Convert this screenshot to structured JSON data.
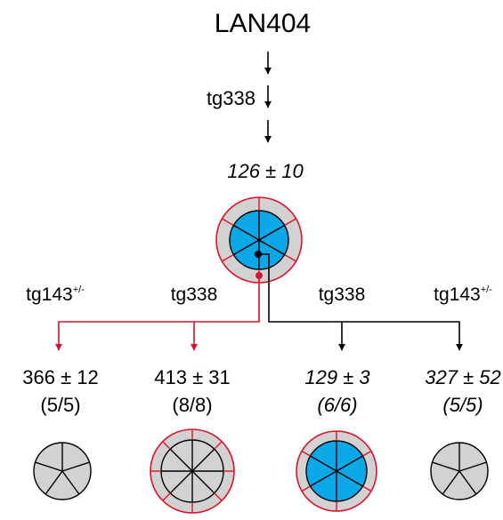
{
  "title": "LAN404",
  "top": {
    "label": "tg338",
    "value": "126 ± 10"
  },
  "branch_labels": [
    {
      "base": "tg143",
      "sup": "+/-"
    },
    {
      "base": "tg338",
      "sup": ""
    },
    {
      "base": "tg338",
      "sup": ""
    },
    {
      "base": "tg143",
      "sup": "+/-"
    }
  ],
  "outcomes": [
    {
      "value": "366 ± 12",
      "ratio": "(5/5)",
      "italic": false
    },
    {
      "value": "413 ± 31",
      "ratio": "(8/8)",
      "italic": false
    },
    {
      "value": "129 ± 3",
      "ratio": "(6/6)",
      "italic": true
    },
    {
      "value": "327 ± 52",
      "ratio": "(5/5)",
      "italic": true
    }
  ],
  "colors": {
    "gray": "#d2d2d2",
    "blue": "#0aa8e6",
    "red": "#d9142a",
    "black": "#000000"
  }
}
